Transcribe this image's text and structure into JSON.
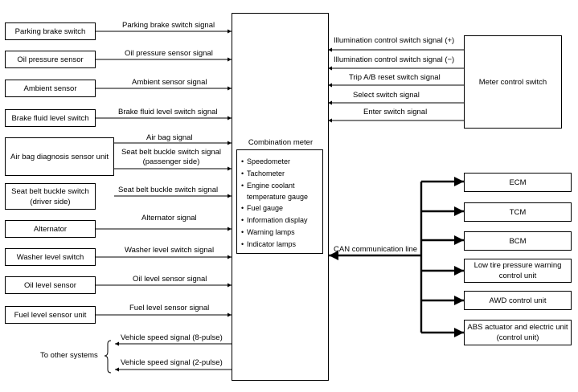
{
  "inputs": [
    {
      "box": "Parking brake switch",
      "signal": "Parking brake switch signal"
    },
    {
      "box": "Oil pressure sensor",
      "signal": "Oil pressure sensor signal"
    },
    {
      "box": "Ambient sensor",
      "signal": "Ambient sensor signal"
    },
    {
      "box": "Brake fluid level switch",
      "signal": "Brake fluid level switch signal"
    },
    {
      "box": "Air bag diagnosis sensor unit",
      "signal": "Air bag signal",
      "signal2a": "Seat belt buckle switch signal",
      "signal2b": "(passenger side)"
    },
    {
      "box_a": "Seat belt buckle switch",
      "box_b": "(driver side)",
      "signal": "Seat belt buckle switch signal"
    },
    {
      "box": "Alternator",
      "signal": "Alternator signal"
    },
    {
      "box": "Washer level switch",
      "signal": "Washer level switch signal"
    },
    {
      "box": "Oil level sensor",
      "signal": "Oil level sensor signal"
    },
    {
      "box": "Fuel level sensor unit",
      "signal": "Fuel level sensor signal"
    }
  ],
  "other_systems": {
    "label": "To other systems",
    "signals": [
      "Vehicle speed signal (8-pulse)",
      "Vehicle speed signal (2-pulse)"
    ]
  },
  "meter": {
    "title": "Combination meter",
    "features": [
      "Speedometer",
      "Tachometer",
      "Engine coolant temperature gauge",
      "Fuel gauge",
      "Information display",
      "Warning lamps",
      "Indicator lamps"
    ],
    "bullet": "•"
  },
  "meter_control": {
    "box": "Meter control switch",
    "signals": [
      "Illumination control switch signal (+)",
      "Illumination control switch signal (−)",
      "Trip A/B reset switch signal",
      "Select switch signal",
      "Enter switch signal"
    ]
  },
  "can": {
    "label": "CAN communication line",
    "units": [
      "ECM",
      "TCM",
      "BCM",
      "Low tire pressure warning",
      "control unit",
      "AWD control unit",
      "ABS actuator and electric unit",
      "(control unit)"
    ]
  }
}
